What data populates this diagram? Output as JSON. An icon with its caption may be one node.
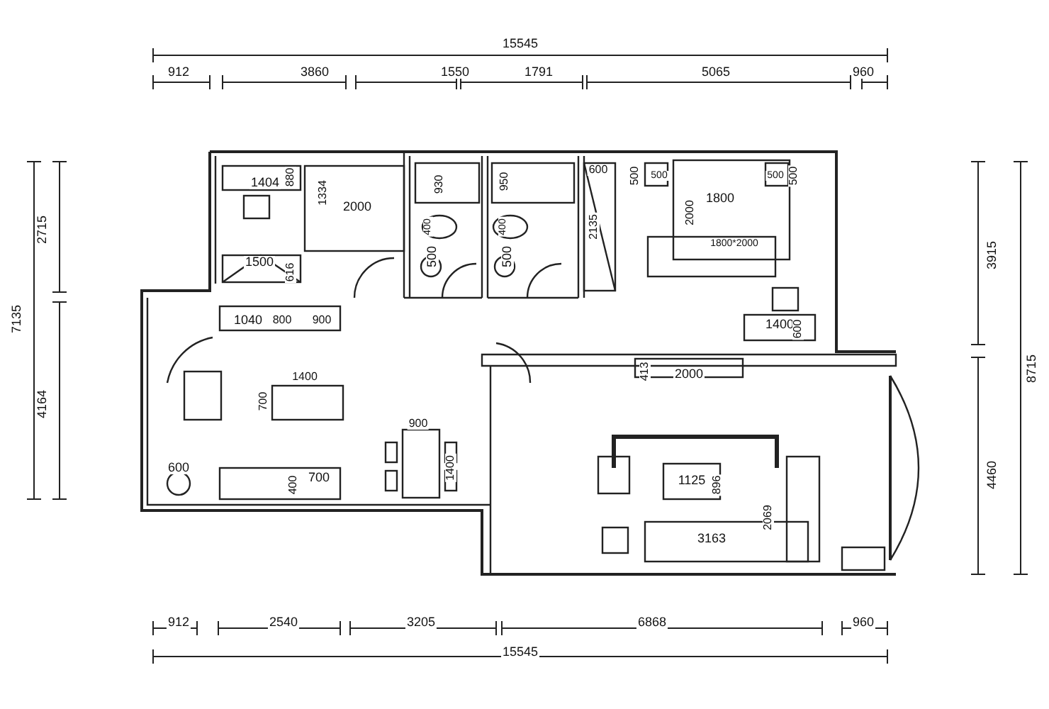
{
  "diagram": {
    "labels": [
      "15545",
      "912",
      "3860",
      "1550",
      "1791",
      "5065",
      "960",
      "7135",
      "2715",
      "4164",
      "8715",
      "3915",
      "4460",
      "1404",
      "880",
      "1334",
      "2000",
      "1500",
      "616",
      "930",
      "950",
      "400",
      "500",
      "400",
      "500",
      "600",
      "2135",
      "500",
      "500",
      "500",
      "500",
      "2000",
      "1800",
      "1800*2000",
      "1400",
      "600",
      "1040",
      "800",
      "900",
      "1400",
      "700",
      "600",
      "400",
      "700",
      "900",
      "1400",
      "413",
      "2000",
      "1125",
      "896",
      "2069",
      "3163",
      "912",
      "2540",
      "3205",
      "6868",
      "960",
      "15545"
    ]
  }
}
